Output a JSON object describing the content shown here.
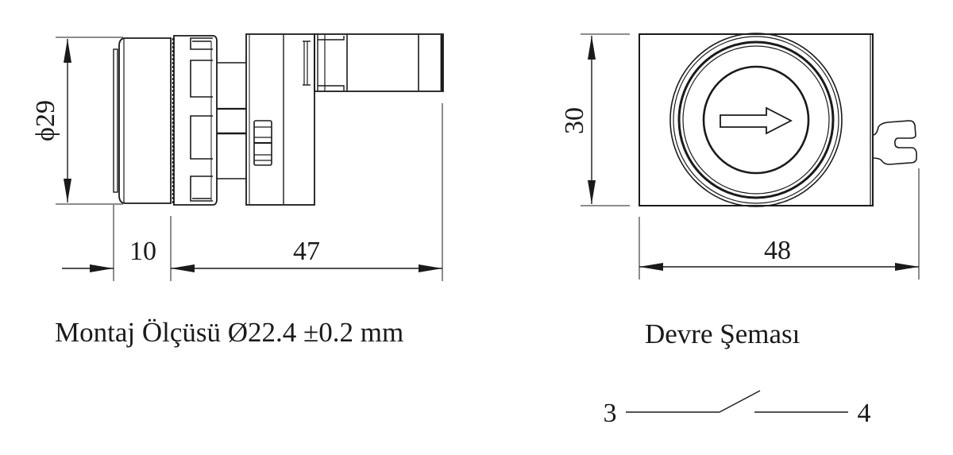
{
  "side_view": {
    "diameter_label": "ϕ29",
    "dim_front": "10",
    "dim_body": "47"
  },
  "front_view": {
    "height_label": "30",
    "width_label": "48",
    "button_symbol": "arrow-right"
  },
  "captions": {
    "mounting": "Montaj Ölçüsü Ø22.4 ±0.2 mm",
    "circuit": "Devre Şeması"
  },
  "circuit": {
    "terminal_left": "3",
    "terminal_right": "4",
    "type": "normally-open contact"
  },
  "colors": {
    "line": "#1a1a1a",
    "background": "#ffffff"
  }
}
